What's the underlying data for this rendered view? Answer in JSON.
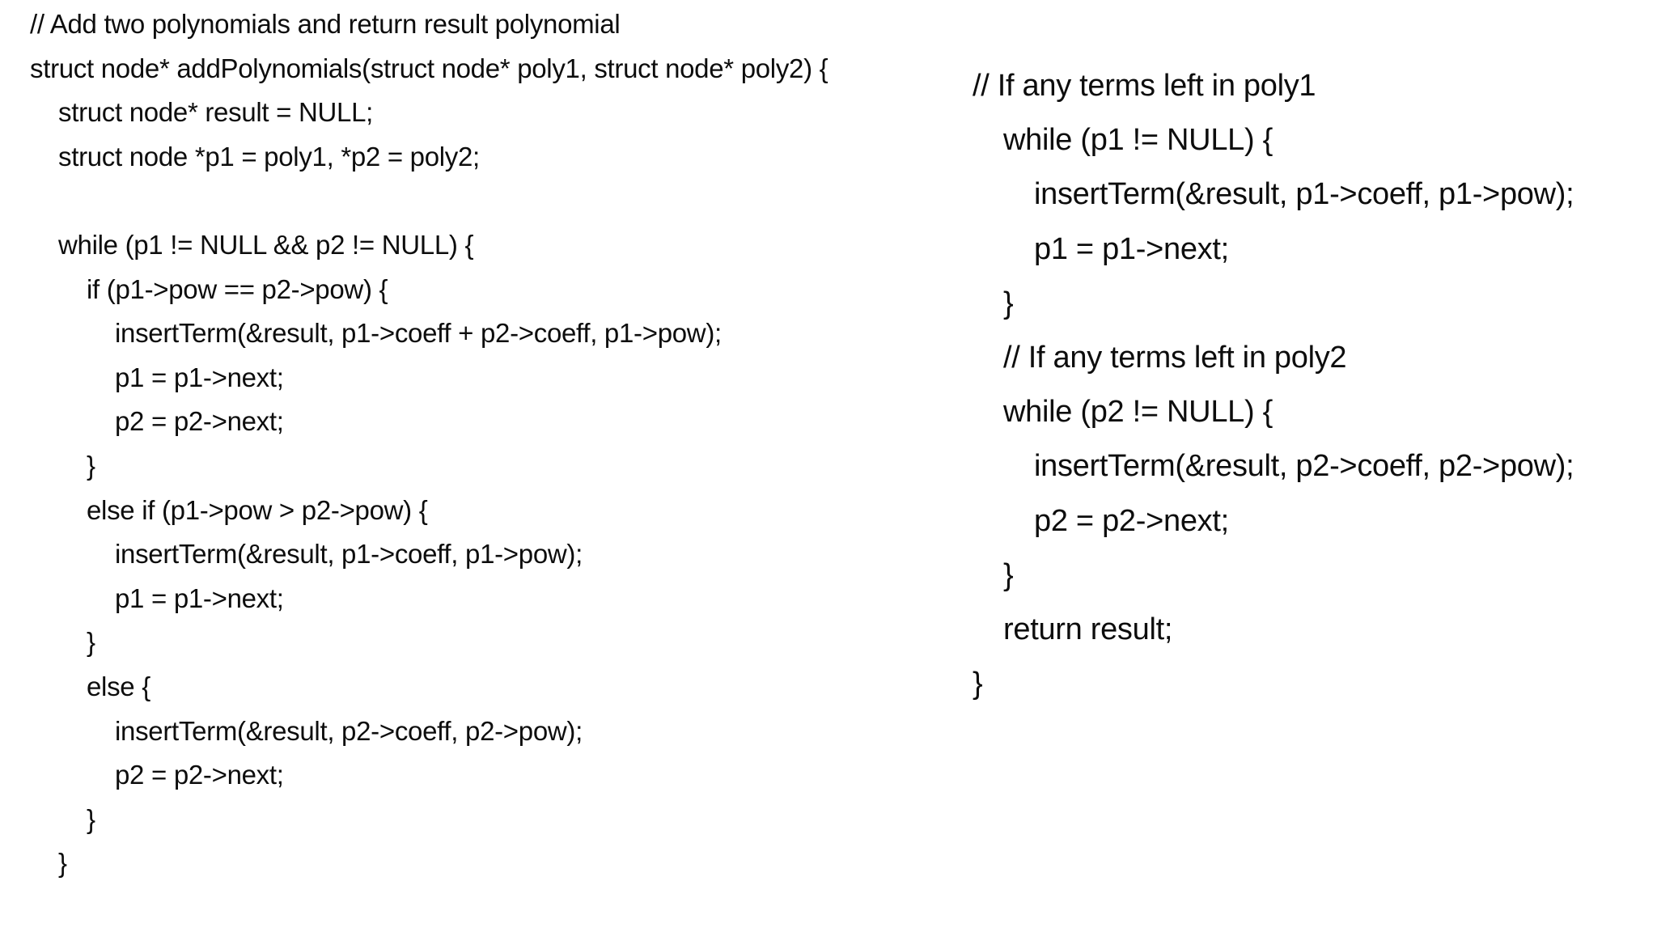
{
  "colors": {
    "background": "#ffffff",
    "text": "#0d0d0d"
  },
  "left_column": {
    "lines": [
      {
        "indent": 0,
        "text": "// Add two polynomials and return result polynomial"
      },
      {
        "indent": 0,
        "text": "struct node* addPolynomials(struct node* poly1, struct node* poly2) {"
      },
      {
        "indent": 1,
        "text": "struct node* result = NULL;"
      },
      {
        "indent": 1,
        "text": "struct node *p1 = poly1, *p2 = poly2;"
      },
      {
        "indent": 0,
        "text": ""
      },
      {
        "indent": 1,
        "text": "while (p1 != NULL && p2 != NULL) {"
      },
      {
        "indent": 2,
        "text": "if (p1->pow == p2->pow) {"
      },
      {
        "indent": 3,
        "text": "insertTerm(&result, p1->coeff + p2->coeff, p1->pow);"
      },
      {
        "indent": 3,
        "text": "p1 = p1->next;"
      },
      {
        "indent": 3,
        "text": "p2 = p2->next;"
      },
      {
        "indent": 2,
        "text": "}"
      },
      {
        "indent": 2,
        "text": "else if (p1->pow > p2->pow) {"
      },
      {
        "indent": 3,
        "text": "insertTerm(&result, p1->coeff, p1->pow);"
      },
      {
        "indent": 3,
        "text": "p1 = p1->next;"
      },
      {
        "indent": 2,
        "text": "}"
      },
      {
        "indent": 2,
        "text": "else {"
      },
      {
        "indent": 3,
        "text": "insertTerm(&result, p2->coeff, p2->pow);"
      },
      {
        "indent": 3,
        "text": "p2 = p2->next;"
      },
      {
        "indent": 2,
        "text": "}"
      },
      {
        "indent": 1,
        "text": "}"
      }
    ]
  },
  "right_column": {
    "lines": [
      {
        "indent": 0,
        "text": "// If any terms left in poly1"
      },
      {
        "indent": 1,
        "text": "while (p1 != NULL) {"
      },
      {
        "indent": 2,
        "text": "insertTerm(&result, p1->coeff, p1->pow);"
      },
      {
        "indent": 2,
        "text": "p1 = p1->next;"
      },
      {
        "indent": 1,
        "text": "}"
      },
      {
        "indent": 1,
        "text": "// If any terms left in poly2"
      },
      {
        "indent": 1,
        "text": "while (p2 != NULL) {"
      },
      {
        "indent": 2,
        "text": "insertTerm(&result, p2->coeff, p2->pow);"
      },
      {
        "indent": 2,
        "text": "p2 = p2->next;"
      },
      {
        "indent": 1,
        "text": "}"
      },
      {
        "indent": 1,
        "text": "return result;"
      },
      {
        "indent": 0,
        "text": "}"
      }
    ]
  }
}
